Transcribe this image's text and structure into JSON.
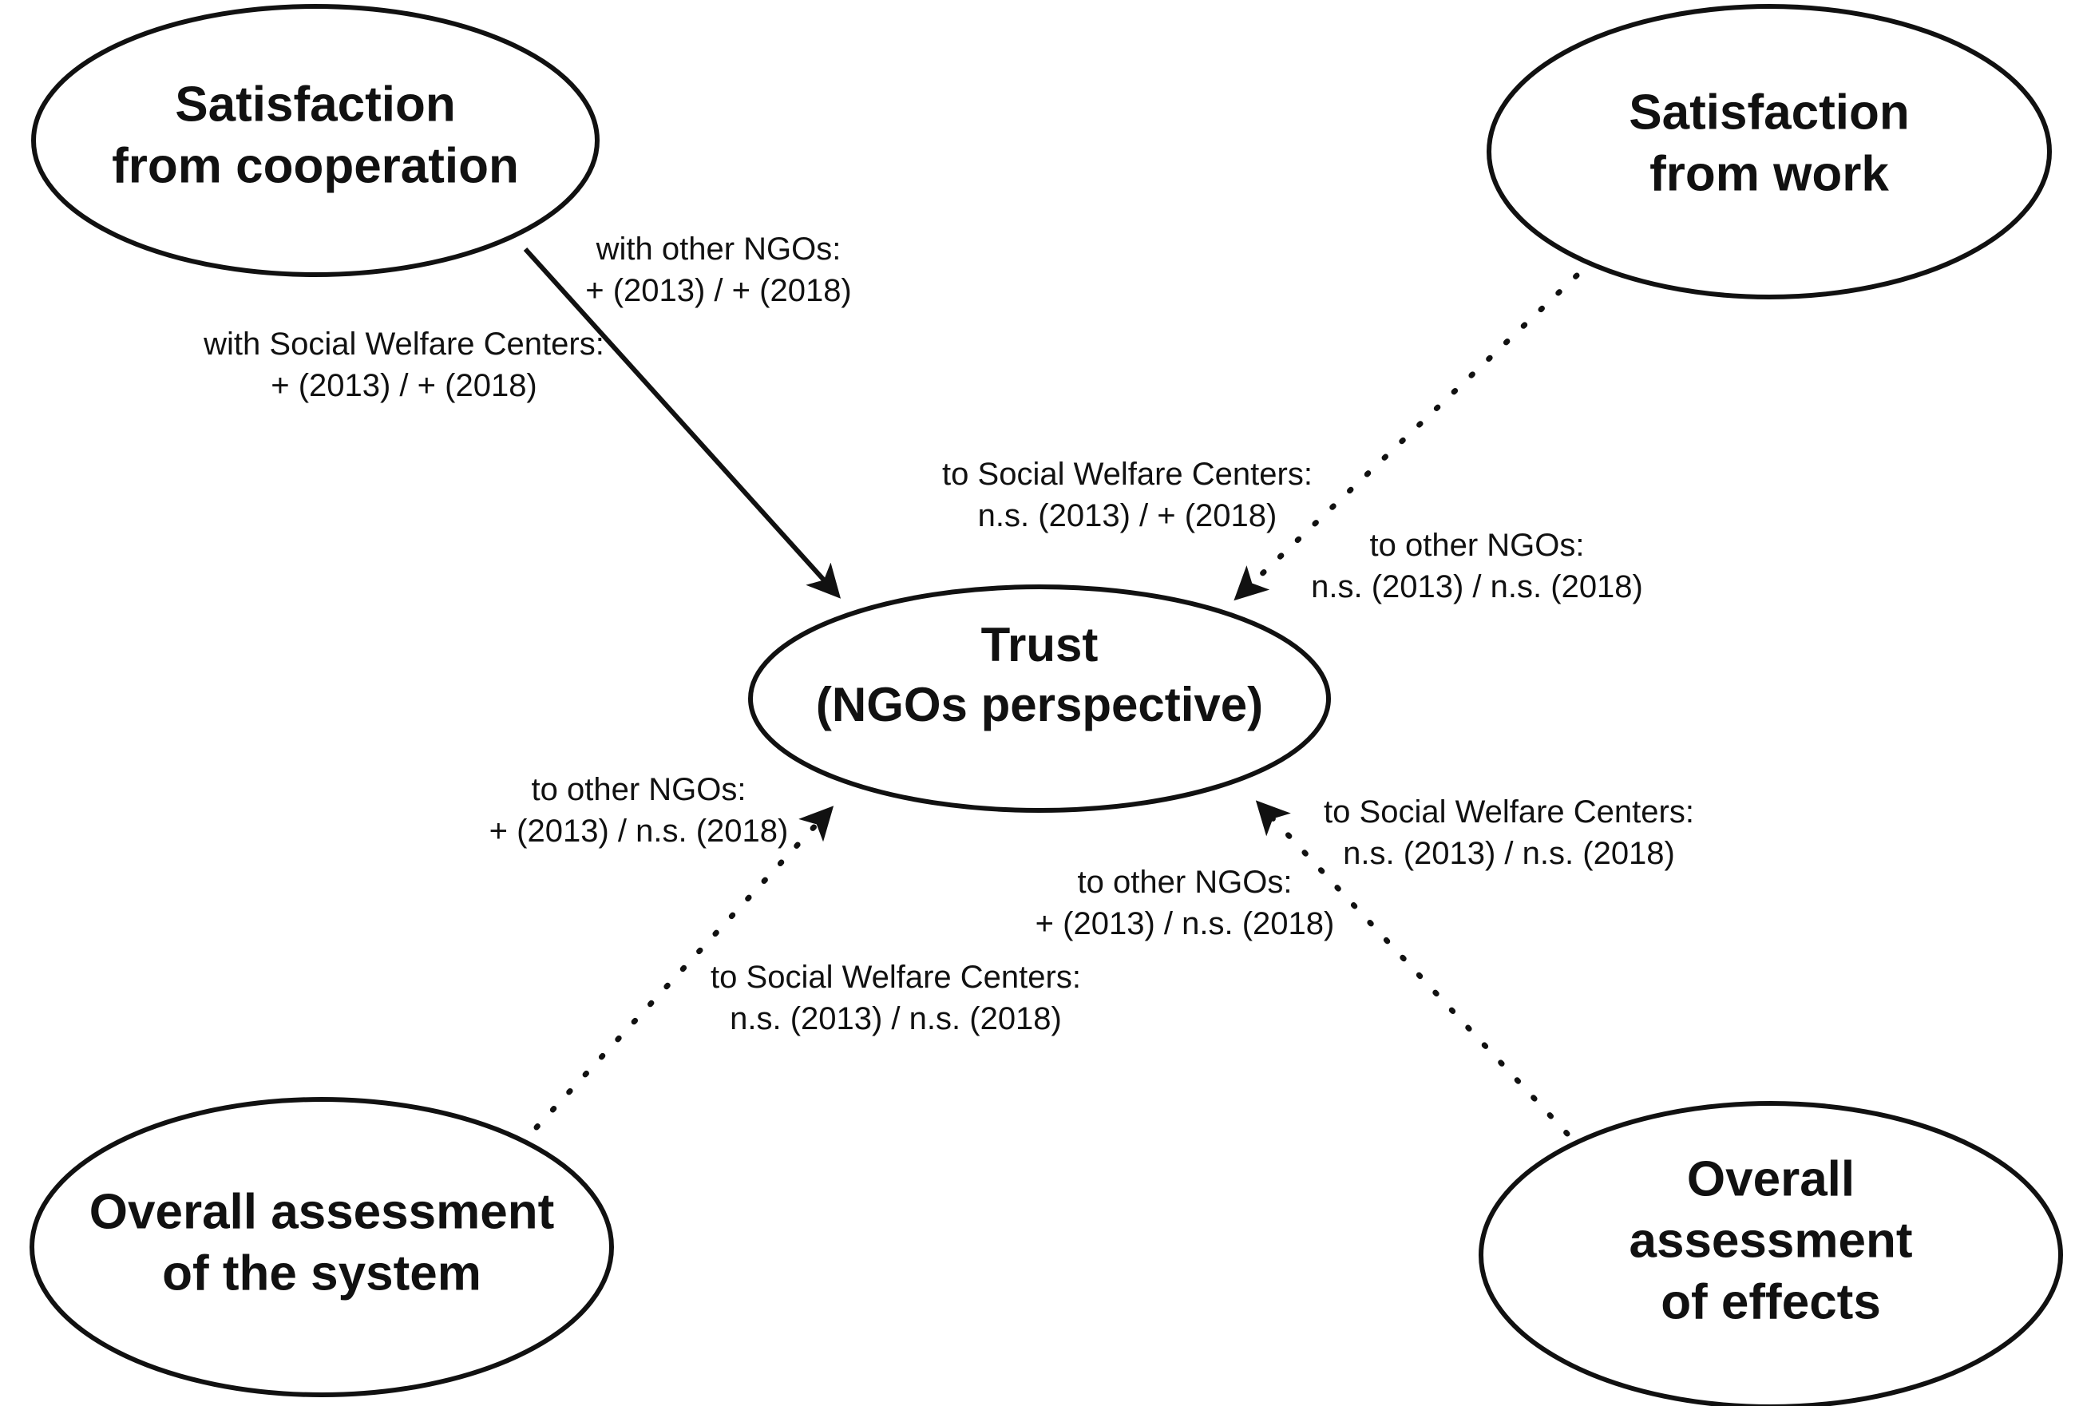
{
  "diagram": {
    "title": "Trust (NGOs perspective) path model",
    "background_color": "#ffffff",
    "stroke_color": "#111111",
    "nodes": {
      "satisfaction_cooperation": {
        "line1": "Satisfaction",
        "line2": "from cooperation"
      },
      "satisfaction_work": {
        "line1": "Satisfaction",
        "line2": "from work"
      },
      "trust": {
        "line1": "Trust",
        "line2": "(NGOs perspective)"
      },
      "assessment_system": {
        "line1": "Overall assessment",
        "line2": "of the system"
      },
      "assessment_effects": {
        "line1": "Overall",
        "line2": "assessment",
        "line3": "of effects"
      }
    },
    "edges": {
      "coop_to_trust_ngos": {
        "line1": "with other NGOs:",
        "line2": "+ (2013) / + (2018)",
        "style": "solid"
      },
      "coop_to_trust_swc": {
        "line1": "with Social Welfare Centers:",
        "line2": "+ (2013) / + (2018)",
        "style": "solid"
      },
      "work_to_trust_swc": {
        "line1": "to Social Welfare Centers:",
        "line2": "n.s. (2013) / + (2018)",
        "style": "dotted"
      },
      "work_to_trust_ngos": {
        "line1": "to other NGOs:",
        "line2": "n.s. (2013) / n.s. (2018)",
        "style": "dotted"
      },
      "system_to_trust_ngos": {
        "line1": "to other NGOs:",
        "line2": "+ (2013) / n.s. (2018)",
        "style": "dotted"
      },
      "system_to_trust_swc": {
        "line1": "to Social Welfare Centers:",
        "line2": "n.s. (2013) / n.s. (2018)",
        "style": "dotted"
      },
      "effects_to_trust_swc": {
        "line1": "to Social Welfare Centers:",
        "line2": "n.s. (2013) / n.s. (2018)",
        "style": "dotted"
      },
      "effects_to_trust_ngos": {
        "line1": "to other NGOs:",
        "line2": "+ (2013) / n.s. (2018)",
        "style": "dotted"
      }
    }
  }
}
